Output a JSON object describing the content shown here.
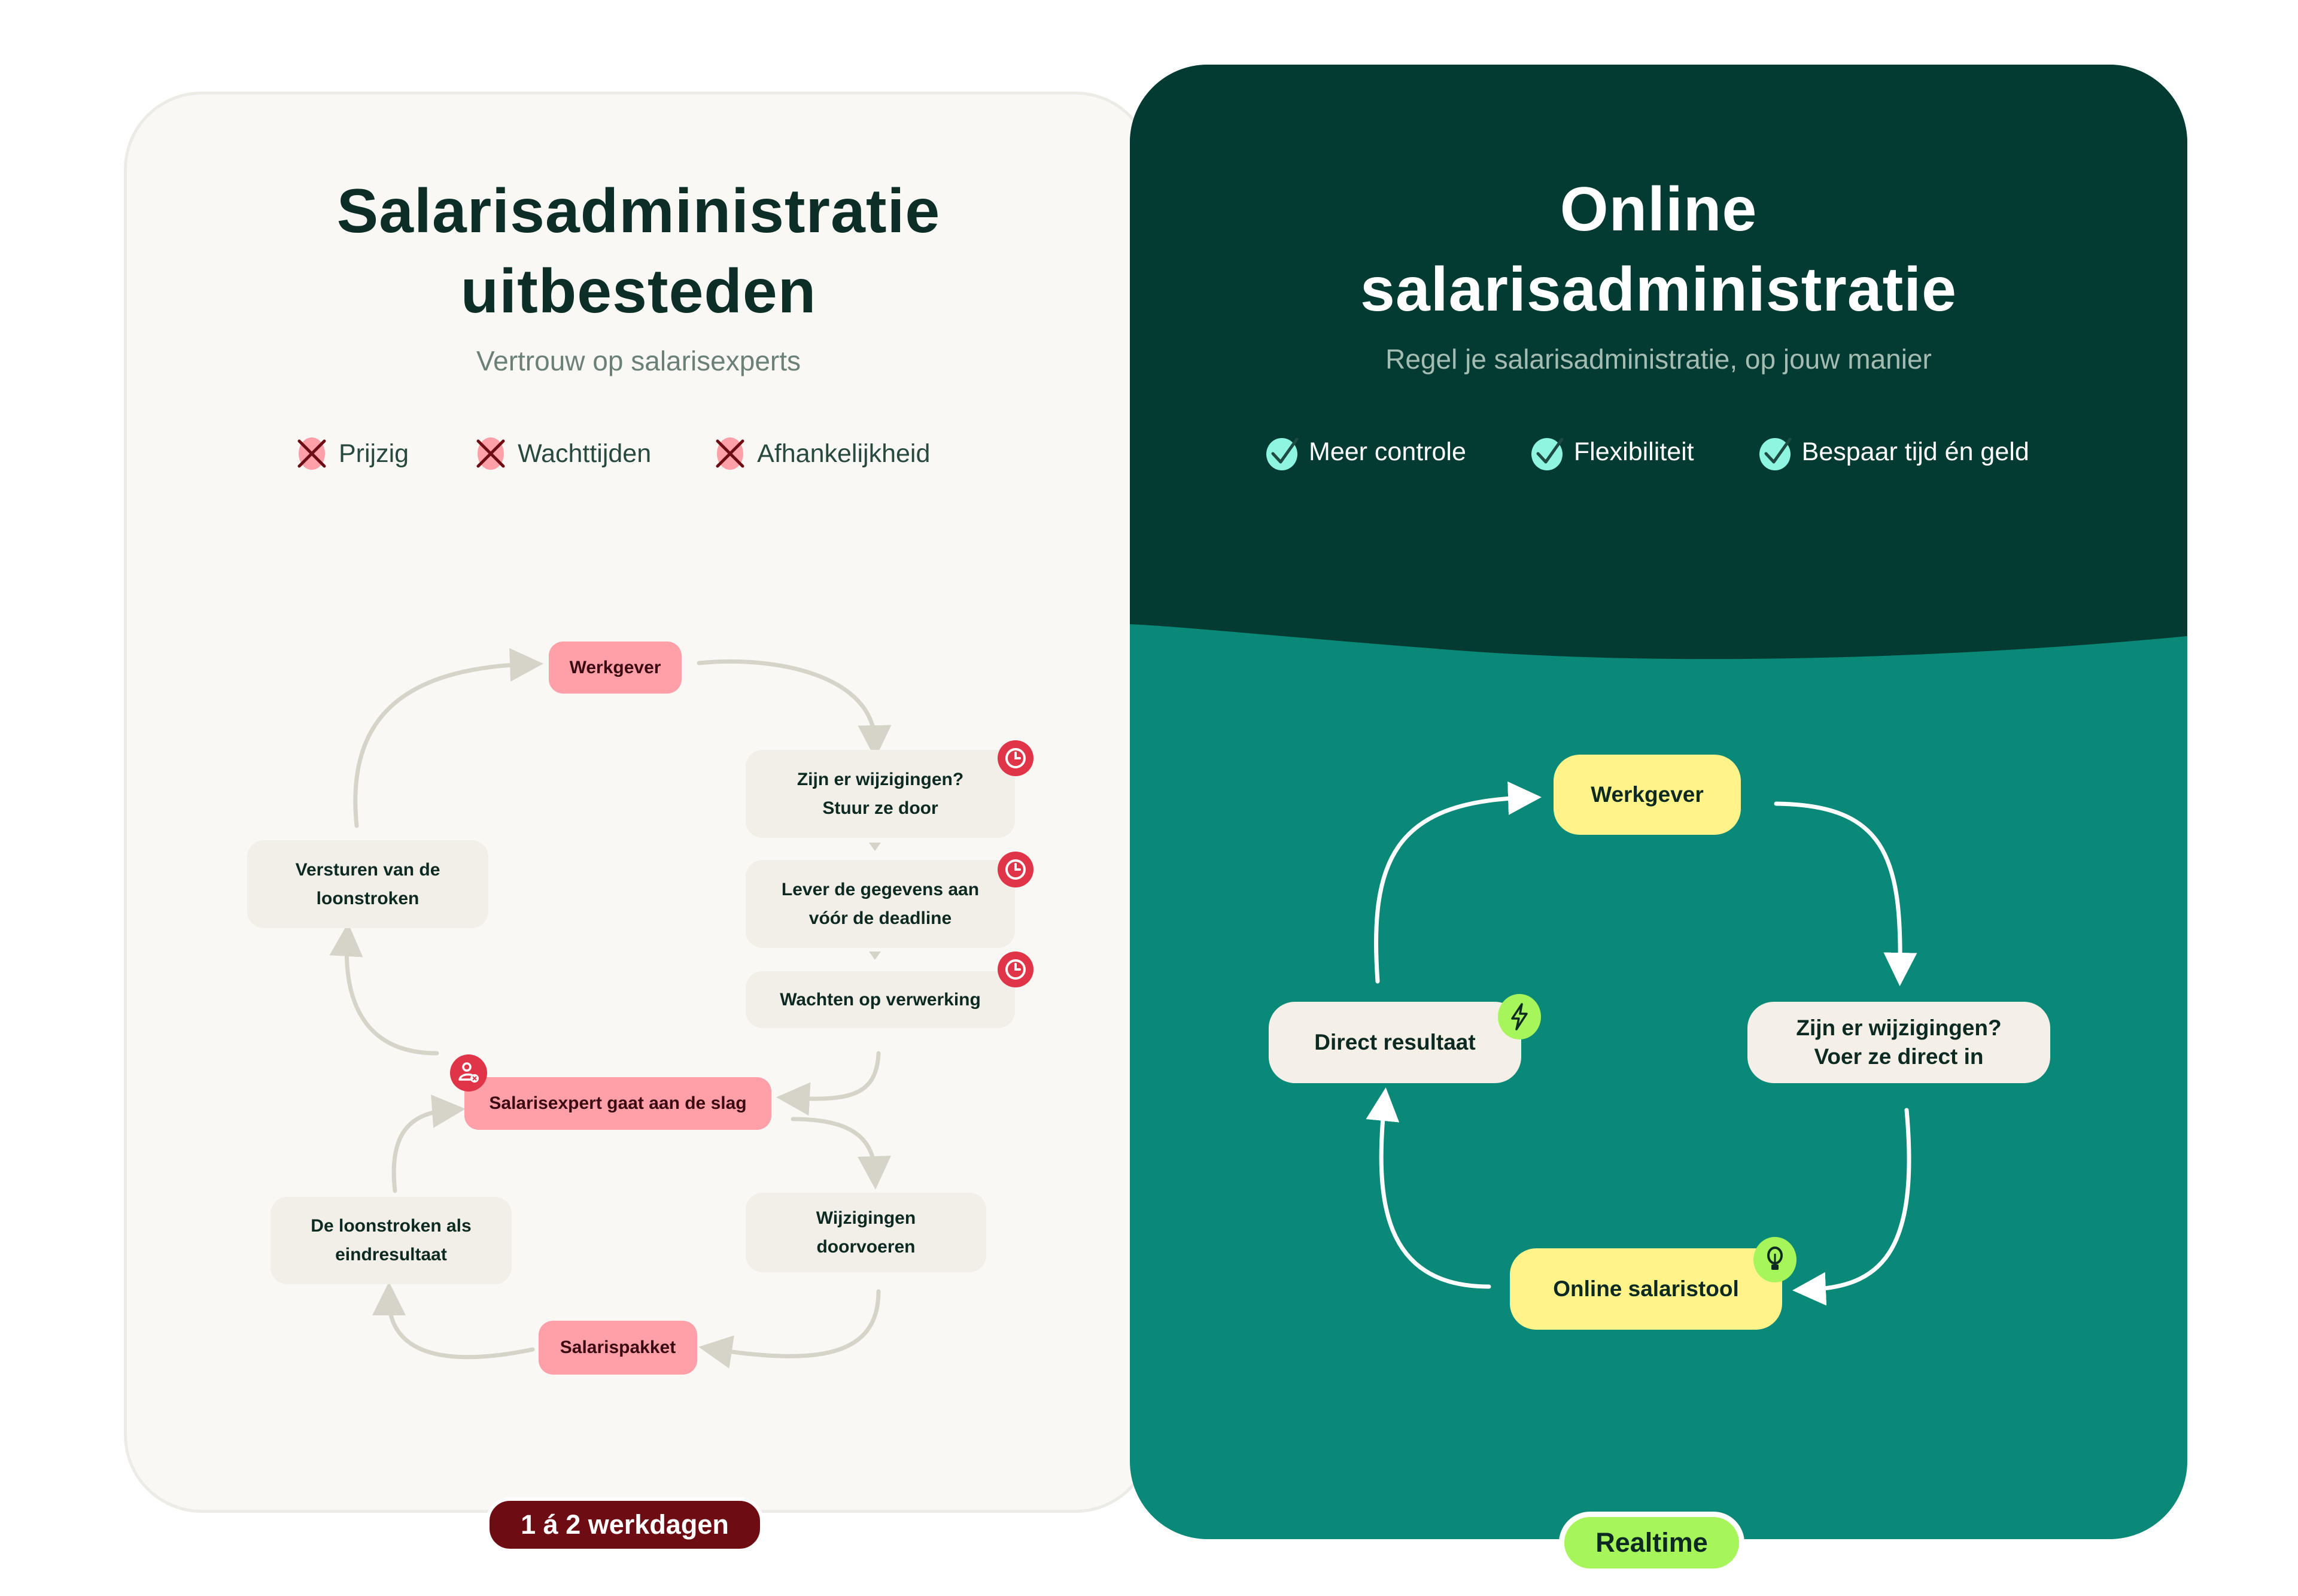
{
  "left": {
    "title_line1": "Salarisadministratie",
    "title_line2": "uitbesteden",
    "subtitle": "Vertrouw op salarisexperts",
    "cons": [
      {
        "label": "Prijzig",
        "icon": "x-icon"
      },
      {
        "label": "Wachttijden",
        "icon": "x-icon"
      },
      {
        "label": "Afhankelijkheid",
        "icon": "x-icon"
      }
    ],
    "nodes": {
      "werkgever": "Werkgever",
      "wijzigingen_l1": "Zijn er wijzigingen?",
      "wijzigingen_l2": "Stuur ze door",
      "lever_l1": "Lever de gegevens aan",
      "lever_l2": "vóór de deadline",
      "wachten": "Wachten op verwerking",
      "expert": "Salarisexpert gaat aan de slag",
      "versturen_l1": "Versturen van de",
      "versturen_l2": "loonstroken",
      "doorvoeren_l1": "Wijzigingen",
      "doorvoeren_l2": "doorvoeren",
      "loonstroken_l1": "De loonstroken als",
      "loonstroken_l2": "eindresultaat",
      "pakket": "Salarispakket"
    },
    "duration_badge": "1 á 2 werkdagen"
  },
  "right": {
    "title_line1": "Online",
    "title_line2": "salarisadministratie",
    "subtitle": "Regel je salarisadministratie, op jouw manier",
    "pros": [
      {
        "label": "Meer controle",
        "icon": "check-icon"
      },
      {
        "label": "Flexibiliteit",
        "icon": "check-icon"
      },
      {
        "label": "Bespaar tijd én geld",
        "icon": "check-icon"
      }
    ],
    "nodes": {
      "werkgever": "Werkgever",
      "wijzigingen_l1": "Zijn er wijzigingen?",
      "wijzigingen_l2": "Voer ze direct in",
      "tool": "Online salaristool",
      "resultaat": "Direct resultaat"
    },
    "duration_badge": "Realtime"
  },
  "colors": {
    "dark_green": "#033b33",
    "teal": "#0a8878",
    "pink": "#ff9fa7",
    "red": "#e03448",
    "maroon": "#6e0c14",
    "lime": "#a6f55a",
    "yellow": "#fff38a",
    "mint": "#8ef5e0"
  }
}
